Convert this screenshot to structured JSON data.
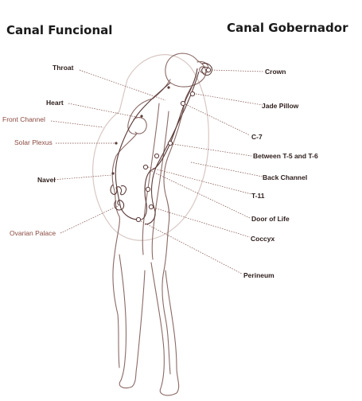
{
  "headings": {
    "left": "Canal Funcional",
    "right": "Canal Gobernador"
  },
  "labels": {
    "throat": "Throat",
    "heart": "Heart",
    "front_channel": "Front Channel",
    "solar_plexus": "Solar Plexus",
    "navel": "Navel",
    "ovarian_palace": "Ovarian Palace",
    "crown": "Crown",
    "jade_pillow": "Jade Pillow",
    "c7": "C-7",
    "between_t5_t6": "Between T-5 and T-6",
    "back_channel": "Back Channel",
    "t11": "T-11",
    "door_of_life": "Door of Life",
    "coccyx": "Coccyx",
    "perineum": "Perineum"
  },
  "colors": {
    "outline": "#8a6a66",
    "channel": "#5a3a38",
    "leader": "#7a4a44",
    "aura": "#d8c8c4"
  }
}
